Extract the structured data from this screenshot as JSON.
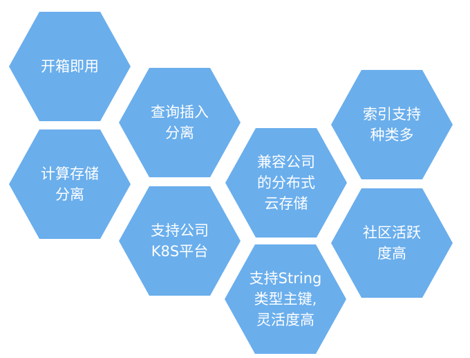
{
  "hex_fill": "#6aaeec",
  "hexagons": [
    {
      "id": "out-of-box",
      "lines": [
        "开箱即用"
      ]
    },
    {
      "id": "query-insert-separation",
      "lines": [
        "查询插入",
        "分离"
      ]
    },
    {
      "id": "compute-storage-separation",
      "lines": [
        "计算存储",
        "分离"
      ]
    },
    {
      "id": "company-k8s-platform",
      "lines": [
        "支持公司",
        "K8S平台"
      ]
    },
    {
      "id": "company-distributed-storage",
      "lines": [
        "兼容公司",
        "的分布式",
        "云存储"
      ]
    },
    {
      "id": "string-primary-key",
      "lines": [
        "支持String",
        "类型主键,",
        "灵活度高"
      ]
    },
    {
      "id": "many-index-types",
      "lines": [
        "索引支持",
        "种类多"
      ]
    },
    {
      "id": "active-community",
      "lines": [
        "社区活跃",
        "度高"
      ]
    }
  ]
}
